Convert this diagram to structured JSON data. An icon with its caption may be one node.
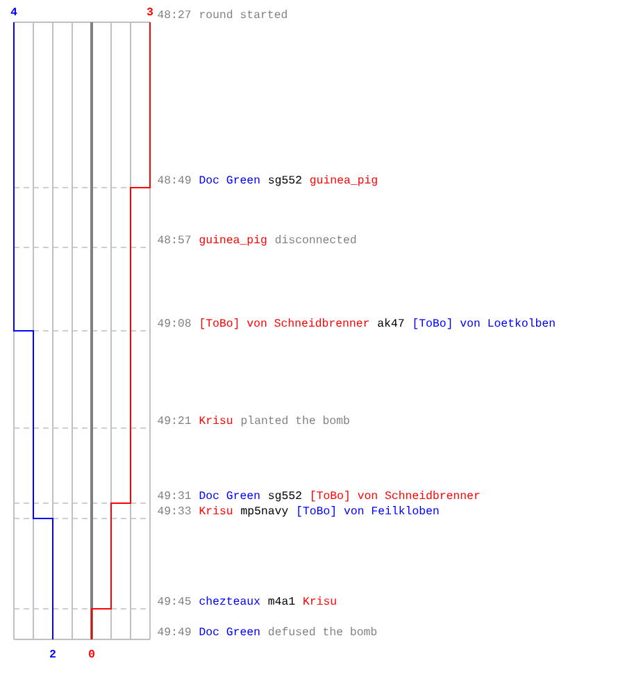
{
  "diagram": {
    "labels": [
      "4",
      "3",
      "48:27",
      "round started",
      "48:49",
      "Doc Green",
      "sg552",
      "guinea_pig",
      "48:57",
      "guinea_pig",
      "disconnected",
      "49:08",
      "[ToBo] von Schneidbrenner",
      "ak47",
      "[ToBo] von Loetkolben",
      "49:21",
      "Krisu",
      "planted the bomb",
      "49:31",
      "Doc Green",
      "sg552",
      "[ToBo] von Schneidbrenner",
      "49:33",
      "Krisu",
      "mp5navy",
      "[ToBo] von Feilkloben",
      "49:45",
      "chezteaux",
      "m4a1",
      "Krisu",
      "49:49",
      "Doc Green",
      "defused the bomb",
      "2",
      "0"
    ]
  }
}
